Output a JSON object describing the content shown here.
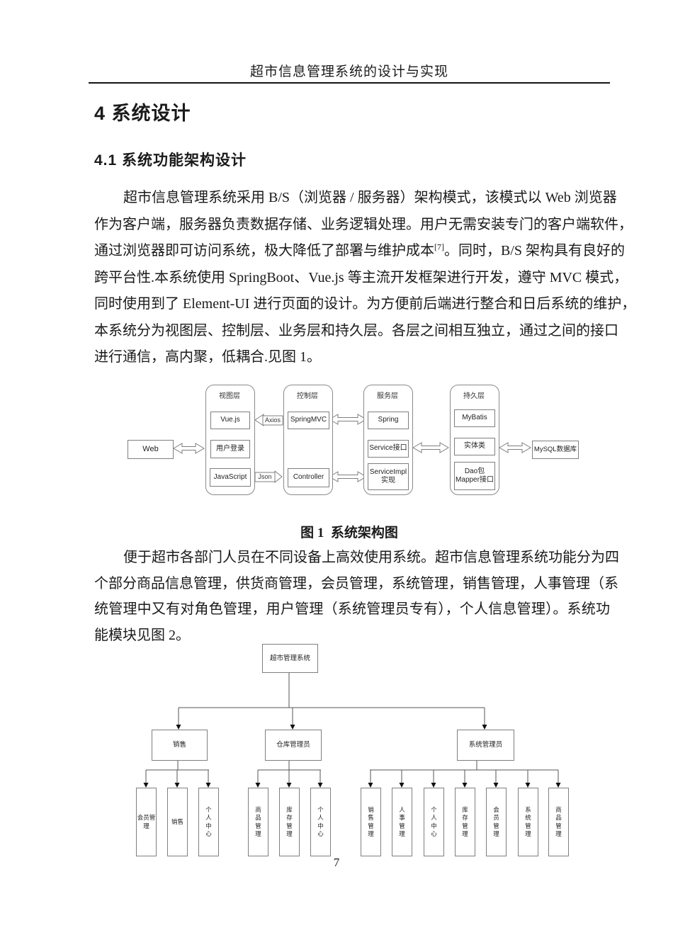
{
  "header": {
    "title": "超市信息管理系统的设计与实现"
  },
  "headings": {
    "h1": "4 系统设计",
    "h2": "4.1 系统功能架构设计"
  },
  "para1": {
    "l1": "超市信息管理系统采用 B/S（浏览器 / 服务器）架构模式，该模式以 Web 浏览器",
    "l2": "作为客户端，服务器负责数据存储、业务逻辑处理。用户无需安装专门的客户端软件，",
    "l3a": "通过浏览器即可访问系统，极大降低了部署与维护成本",
    "l3sup": "[7]",
    "l3b": "。同时，B/S 架构具有良好的",
    "l4": "跨平台性.本系统使用 SpringBoot、Vue.js 等主流开发框架进行开发，遵守 MVC 模式，",
    "l5": "同时使用到了 Element-UI 进行页面的设计。为方便前后端进行整合和日后系统的维护，",
    "l6": "本系统分为视图层、控制层、业务层和持久层。各层之间相互独立，通过之间的接口",
    "l7": "进行通信，高内聚，低耦合.见图 1。"
  },
  "figure1": {
    "caption": "图 1  系统架构图",
    "web": "Web",
    "mysql": "MySQL数据库",
    "axios_label": "Axios",
    "json_label": "Json",
    "view": {
      "title": "视图层",
      "b1": "Vue.js",
      "b2": "用户登录",
      "b3": "JavaScript"
    },
    "control": {
      "title": "控制层",
      "b1": "SpringMVC",
      "b2": "Controller"
    },
    "service": {
      "title": "服务层",
      "b1": "Spring",
      "b2": "Service接口",
      "b3": "ServiceImpl\n实现"
    },
    "persist": {
      "title": "持久层",
      "b1": "MyBatis",
      "b2": "实体类",
      "b3": "Dao包\nMapper接口"
    }
  },
  "para2": {
    "l1": "便于超市各部门人员在不同设备上高效使用系统。超市信息管理系统功能分为四",
    "l2": "个部分商品信息管理，供货商管理，会员管理，系统管理，销售管理，人事管理（系",
    "l3": "统管理中又有对角色管理，用户管理（系统管理员专有），个人信息管理）。系统功",
    "l4": "能模块见图 2。"
  },
  "figure2": {
    "root": "超市管理系统",
    "branch1": "销售",
    "branch2": "仓库管理员",
    "branch3": "系统管理员",
    "leaves1": [
      "会员管\n理",
      "销售",
      "个\n人\n中\n心"
    ],
    "leaves2": [
      "商\n品\n管\n理",
      "库\n存\n管\n理",
      "个\n人\n中\n心"
    ],
    "leaves3": [
      "销\n售\n管\n理",
      "人\n事\n管\n理",
      "个\n人\n中\n心",
      "库\n存\n管\n理",
      "会\n员\n管\n理",
      "系\n统\n管\n理",
      "商\n品\n管\n理"
    ]
  },
  "page_number": "7",
  "colors": {
    "text": "#1a1a1a",
    "diagram_line": "#7f7f7f",
    "arrowhead": "#111111"
  }
}
